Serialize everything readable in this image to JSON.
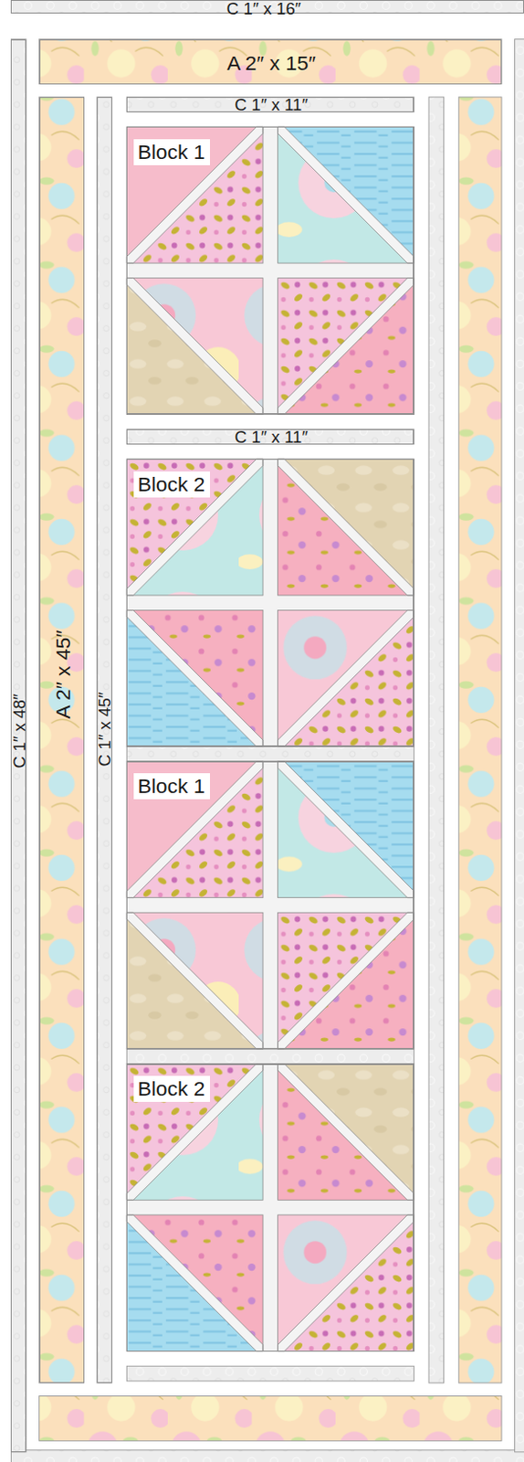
{
  "diagram": {
    "nodes": [
      {
        "text": [
          "C 1″ x 16″"
        ]
      },
      {
        "text": [
          "A 2″ x 15″"
        ]
      },
      {
        "text": [
          "C 1″ x 48″"
        ]
      },
      {
        "text": [
          "A 2″ x 45″"
        ]
      },
      {
        "text": [
          "C 1″ x 45″"
        ]
      },
      {
        "text": [
          "C 1″ x 11″"
        ]
      },
      {
        "text": [
          "Block 1"
        ]
      },
      {
        "text": [
          "C 1″ x 11″"
        ]
      },
      {
        "text": [
          "Block 2"
        ]
      },
      {
        "text": [
          "Block 1"
        ]
      },
      {
        "text": [
          "Block 2"
        ]
      }
    ]
  }
}
